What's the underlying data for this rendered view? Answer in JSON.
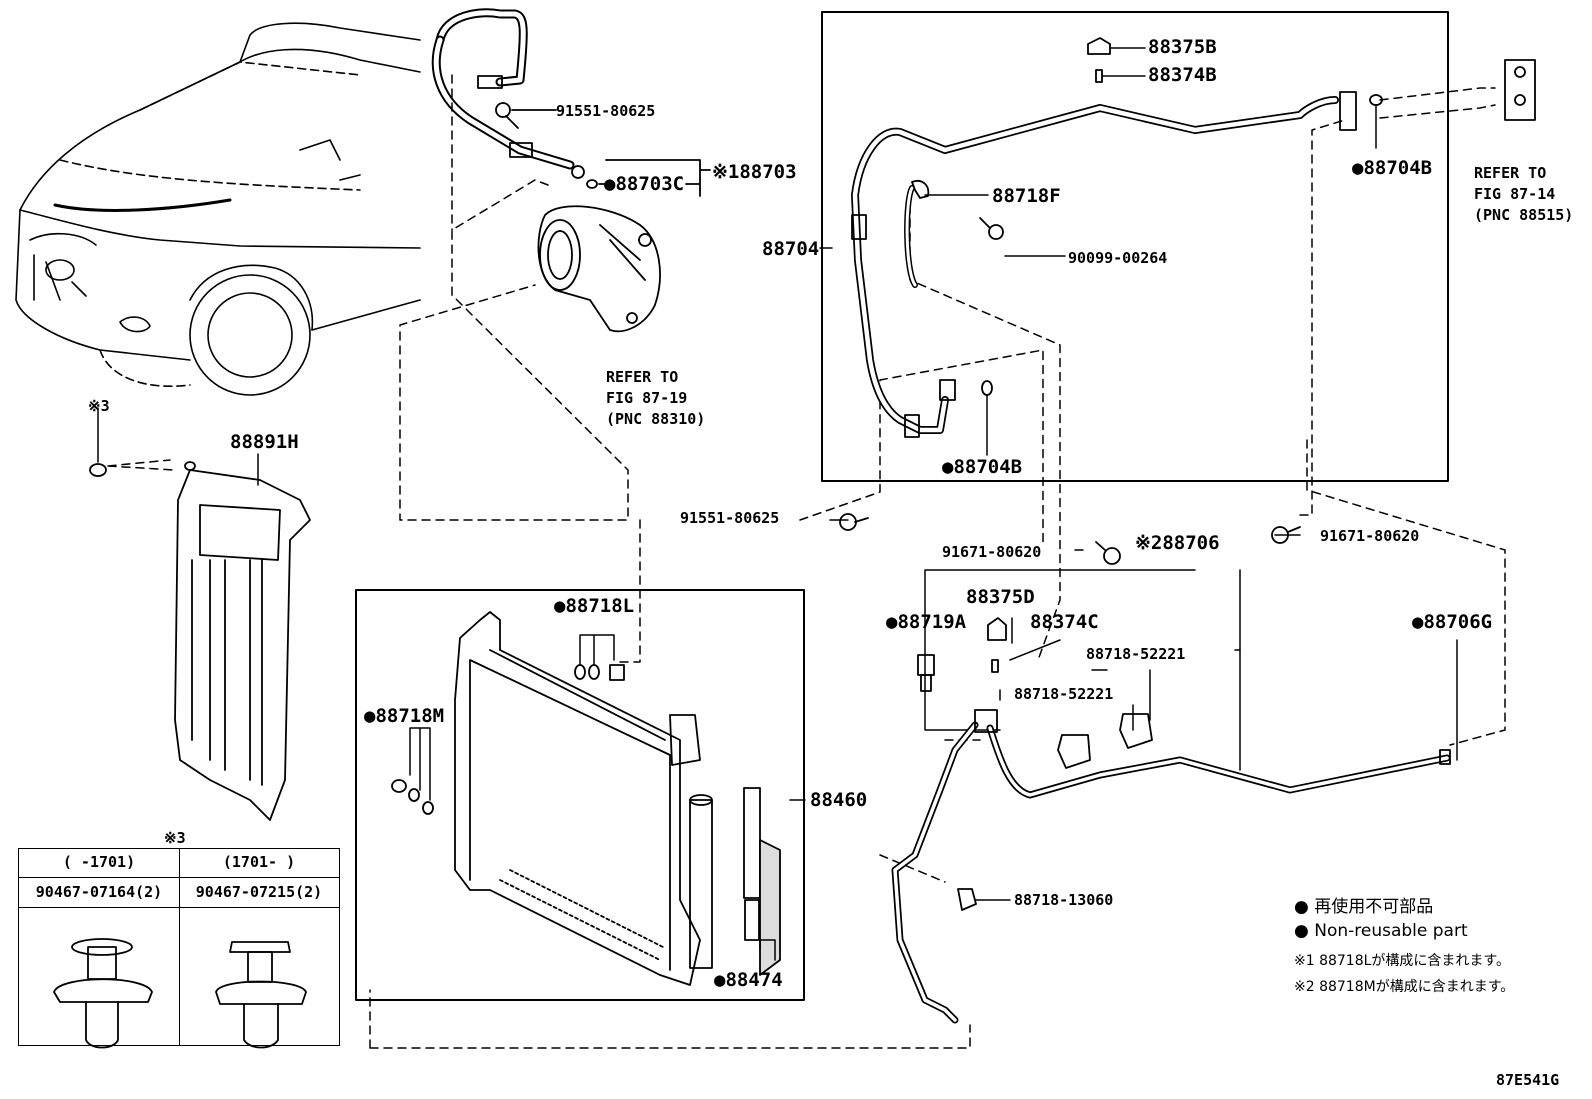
{
  "diagram_code": "87E541G",
  "labels": {
    "hose_bolt_top": "91551-80625",
    "seal_c": "●88703C",
    "note1_part": "※188703",
    "refer_compressor": [
      "REFER TO",
      "FIG 87-19",
      "(PNC 88310)"
    ],
    "note3_top": "※3",
    "shield": "88891H",
    "valve_cap": "88375B",
    "valve_core": "88374B",
    "o_ring_b_top": "●88704B",
    "refer_expansion": [
      "REFER TO",
      "FIG 87-14",
      "(PNC 88515)"
    ],
    "clamp_f": "88718F",
    "screw": "90099-00264",
    "tube_assy": "88704",
    "o_ring_b_bottom": "●88704B",
    "bolt_left": "91551-80625",
    "bolt_mid": "91671-80620",
    "note2_tube": "※288706",
    "bolt_right": "91671-80620",
    "cap_d": "88375D",
    "sensor": "●88719A",
    "core_c": "88374C",
    "clamp_a": "88718-52221",
    "clamp_b": "88718-52221",
    "o_ring_g": "●88706G",
    "o_ring_l": "●88718L",
    "o_ring_m": "●88718M",
    "condenser": "88460",
    "drier": "●88474",
    "clamp_13060": "88718-13060"
  },
  "table": {
    "title": "※3",
    "columns": [
      {
        "range": "(     -1701)",
        "part": "90467-07164(2)"
      },
      {
        "range": "(1701-      )",
        "part": "90467-07215(2)"
      }
    ]
  },
  "legend": {
    "jp": "● 再使用不可部品",
    "en": "● Non-reusable part",
    "note1": "※1 88718Lが構成に含まれます。",
    "note2": "※2 88718Mが構成に含まれます。"
  }
}
